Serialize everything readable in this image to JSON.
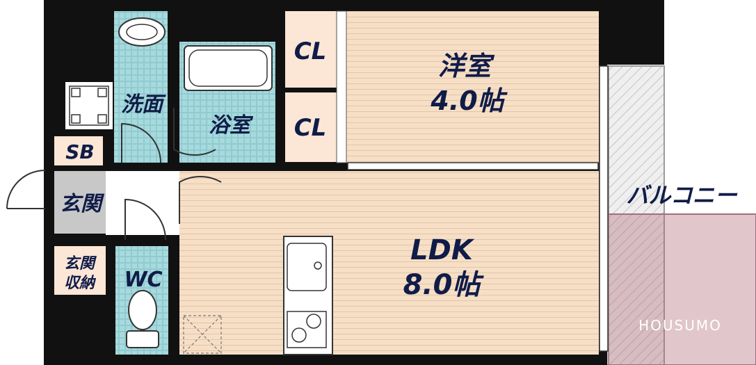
{
  "rooms": {
    "western_room": {
      "name": "洋室",
      "size": "4.0帖"
    },
    "ldk": {
      "name": "LDK",
      "size": "8.0帖"
    },
    "closet_upper": "CL",
    "closet_lower": "CL",
    "washroom": "洗面",
    "bathroom": "浴室",
    "shoe_box": "SB",
    "entrance": "玄関",
    "entrance_storage_line1": "玄関",
    "entrance_storage_line2": "収納",
    "toilet": "WC",
    "balcony": "バルコニー"
  },
  "watermark": "HOUSUMO",
  "colors": {
    "wall": "#111111",
    "floor": "#f7dfc6",
    "tile": "#9ed3d6",
    "closet": "#fce6d6",
    "entrance_floor": "#c8c8c8",
    "label": "#101c48",
    "watermark": "#b06a78"
  }
}
